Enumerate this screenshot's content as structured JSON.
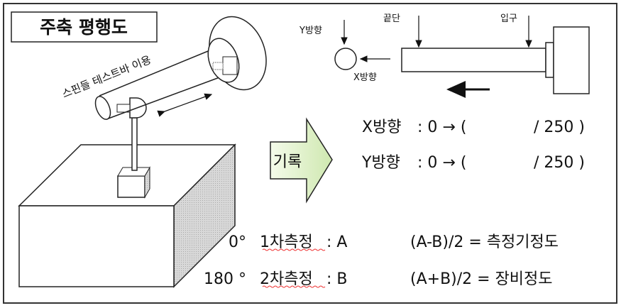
{
  "title": "주축 평행도",
  "left_label": "스핀들 테스트바 이용",
  "record_label": "기록",
  "right_diagram": {
    "y_dir": "Y방향",
    "x_dir": "X방향",
    "end_label": "끝단",
    "entry_label": "입구"
  },
  "readings": [
    {
      "axis": "X방향",
      "text": ": 0 → (",
      "max": "/ 250 )"
    },
    {
      "axis": "Y방향",
      "text": ": 0 → (",
      "max": "/ 250 )"
    }
  ],
  "measurements": [
    {
      "angle": "0°",
      "label": "1차측정",
      "value": ": A",
      "formula": "(A-B)/2 = 측정기정도"
    },
    {
      "angle": "180 °",
      "label": "2차측정",
      "value": ": B",
      "formula": "(A+B)/2 = 장비정도"
    }
  ]
}
